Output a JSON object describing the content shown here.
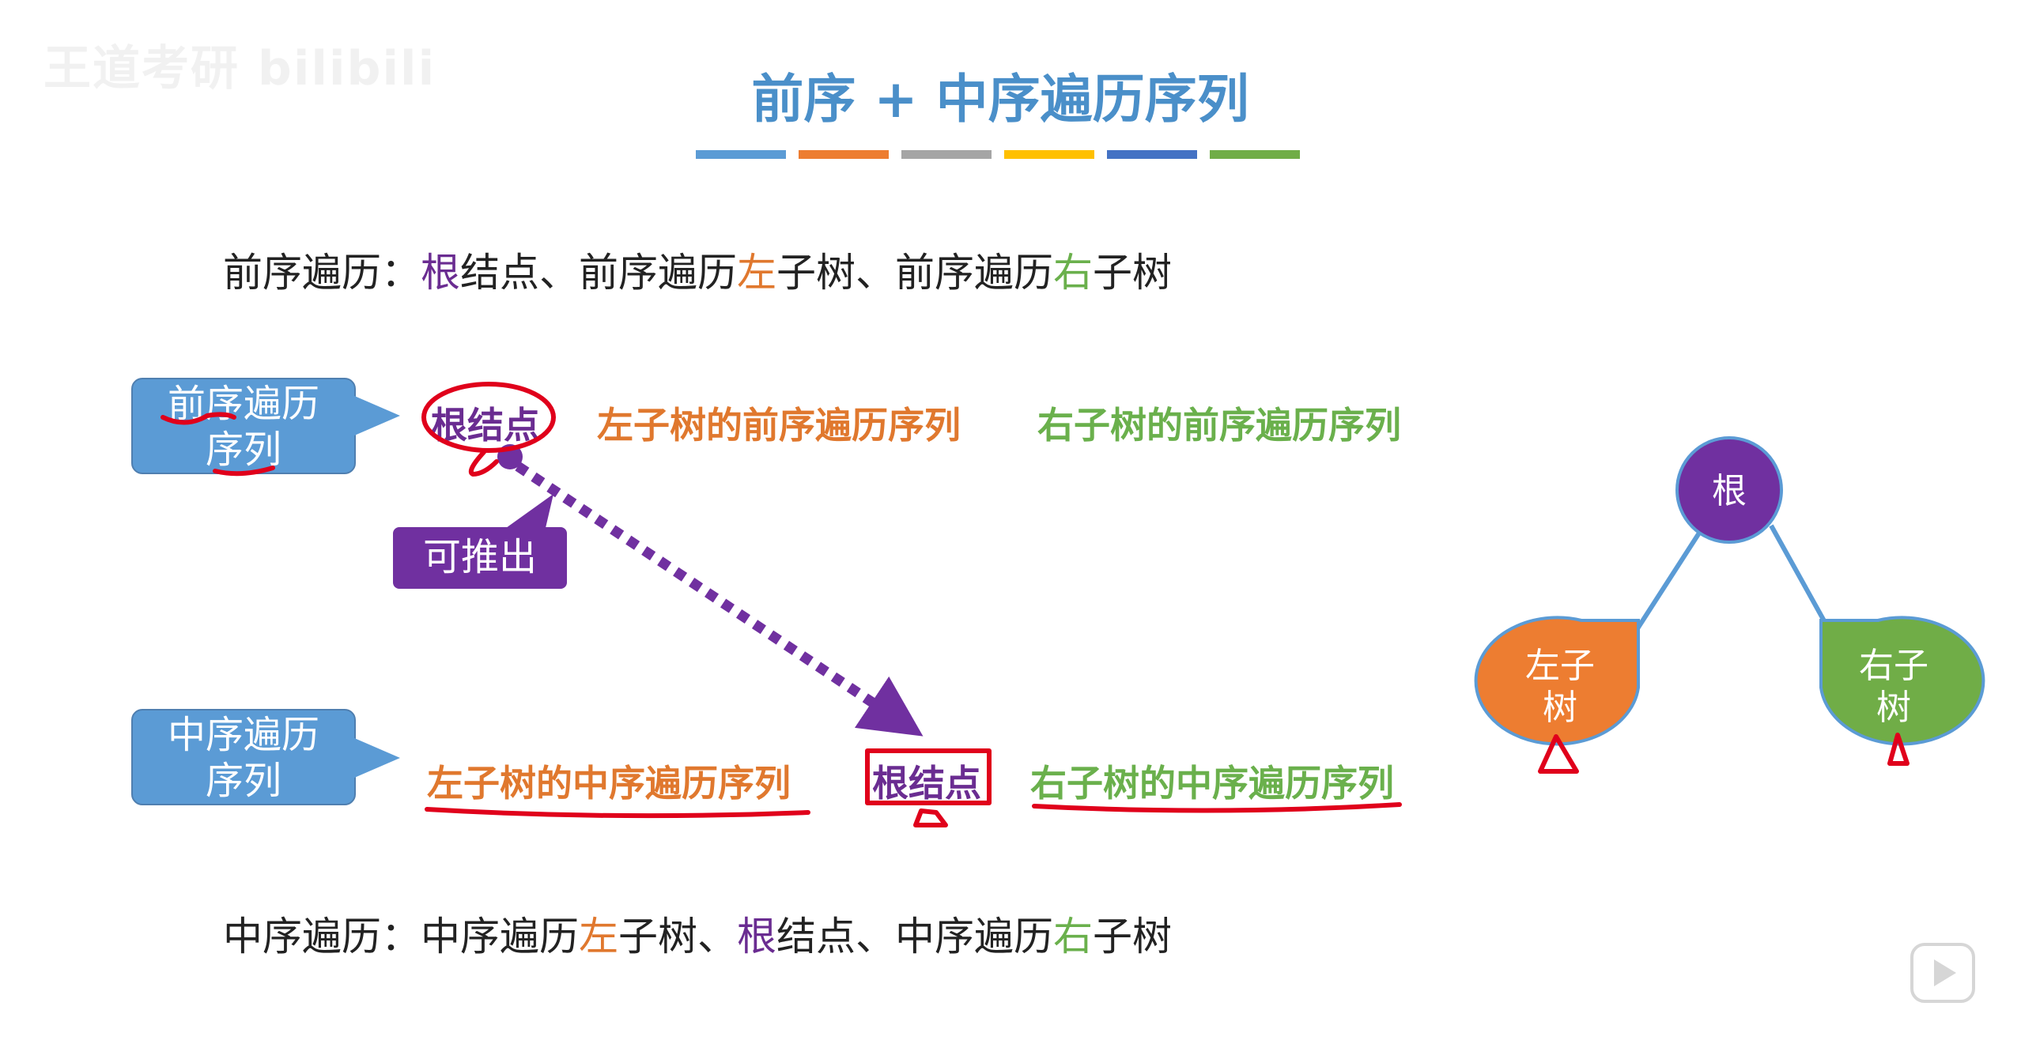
{
  "watermark": "王道考研 bilibili",
  "title": "前序 + 中序遍历序列",
  "title_bar_colors": [
    "#5b9bd5",
    "#ed7d31",
    "#a5a5a5",
    "#ffc000",
    "#4472c4",
    "#70ad47"
  ],
  "preorder_def": {
    "prefix": "前序遍历：",
    "root": "根",
    "part1": "结点、前序遍历",
    "left": "左",
    "part2": "子树、前序遍历",
    "right": "右",
    "part3": "子树"
  },
  "inorder_def": {
    "prefix": "中序遍历：中序遍历",
    "left": "左",
    "part1": "子树、",
    "root": "根",
    "part2": "结点、中序遍历",
    "right": "右",
    "part3": "子树"
  },
  "callouts": {
    "preorder_line1": "前序遍历",
    "preorder_line2": "序列",
    "inorder_line1": "中序遍历",
    "inorder_line2": "序列",
    "derive": "可推出"
  },
  "preorder_seq": {
    "root": "根结点",
    "left": "左子树的前序遍历序列",
    "right": "右子树的前序遍历序列"
  },
  "inorder_seq": {
    "left": "左子树的中序遍历序列",
    "root": "根结点",
    "right": "右子树的中序遍历序列"
  },
  "tree": {
    "root": "根",
    "left_line1": "左子",
    "left_line2": "树",
    "right_line1": "右子",
    "right_line2": "树"
  },
  "colors": {
    "root": "#7030a0",
    "left": "#ed7d31",
    "right": "#70ad47",
    "callout": "#5b9bd5",
    "annotation": "#e0001b"
  },
  "icons": {
    "play_button": "play-icon"
  }
}
